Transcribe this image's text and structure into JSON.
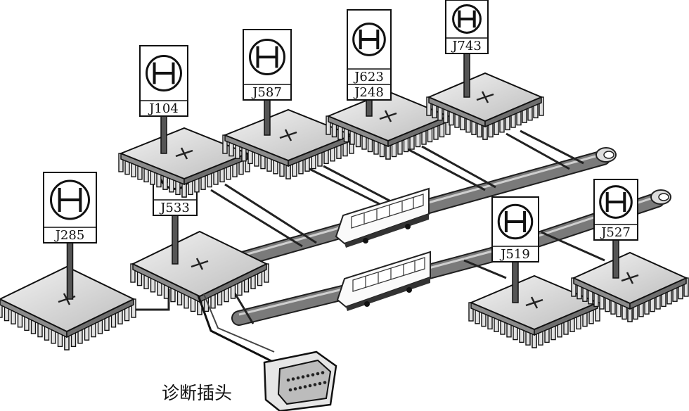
{
  "diagram": {
    "ecus": [
      {
        "id": "J285",
        "labels": [
          "J285"
        ]
      },
      {
        "id": "J533",
        "labels": [
          "J533"
        ]
      },
      {
        "id": "J104",
        "labels": [
          "J104"
        ]
      },
      {
        "id": "J587",
        "labels": [
          "J587"
        ]
      },
      {
        "id": "J623-J248",
        "labels": [
          "J623",
          "J248"
        ]
      },
      {
        "id": "J743",
        "labels": [
          "J743"
        ]
      },
      {
        "id": "J519",
        "labels": [
          "J519"
        ]
      },
      {
        "id": "J527",
        "labels": [
          "J527"
        ]
      }
    ],
    "sign_symbol": "H",
    "connector_label": "诊断插头"
  }
}
